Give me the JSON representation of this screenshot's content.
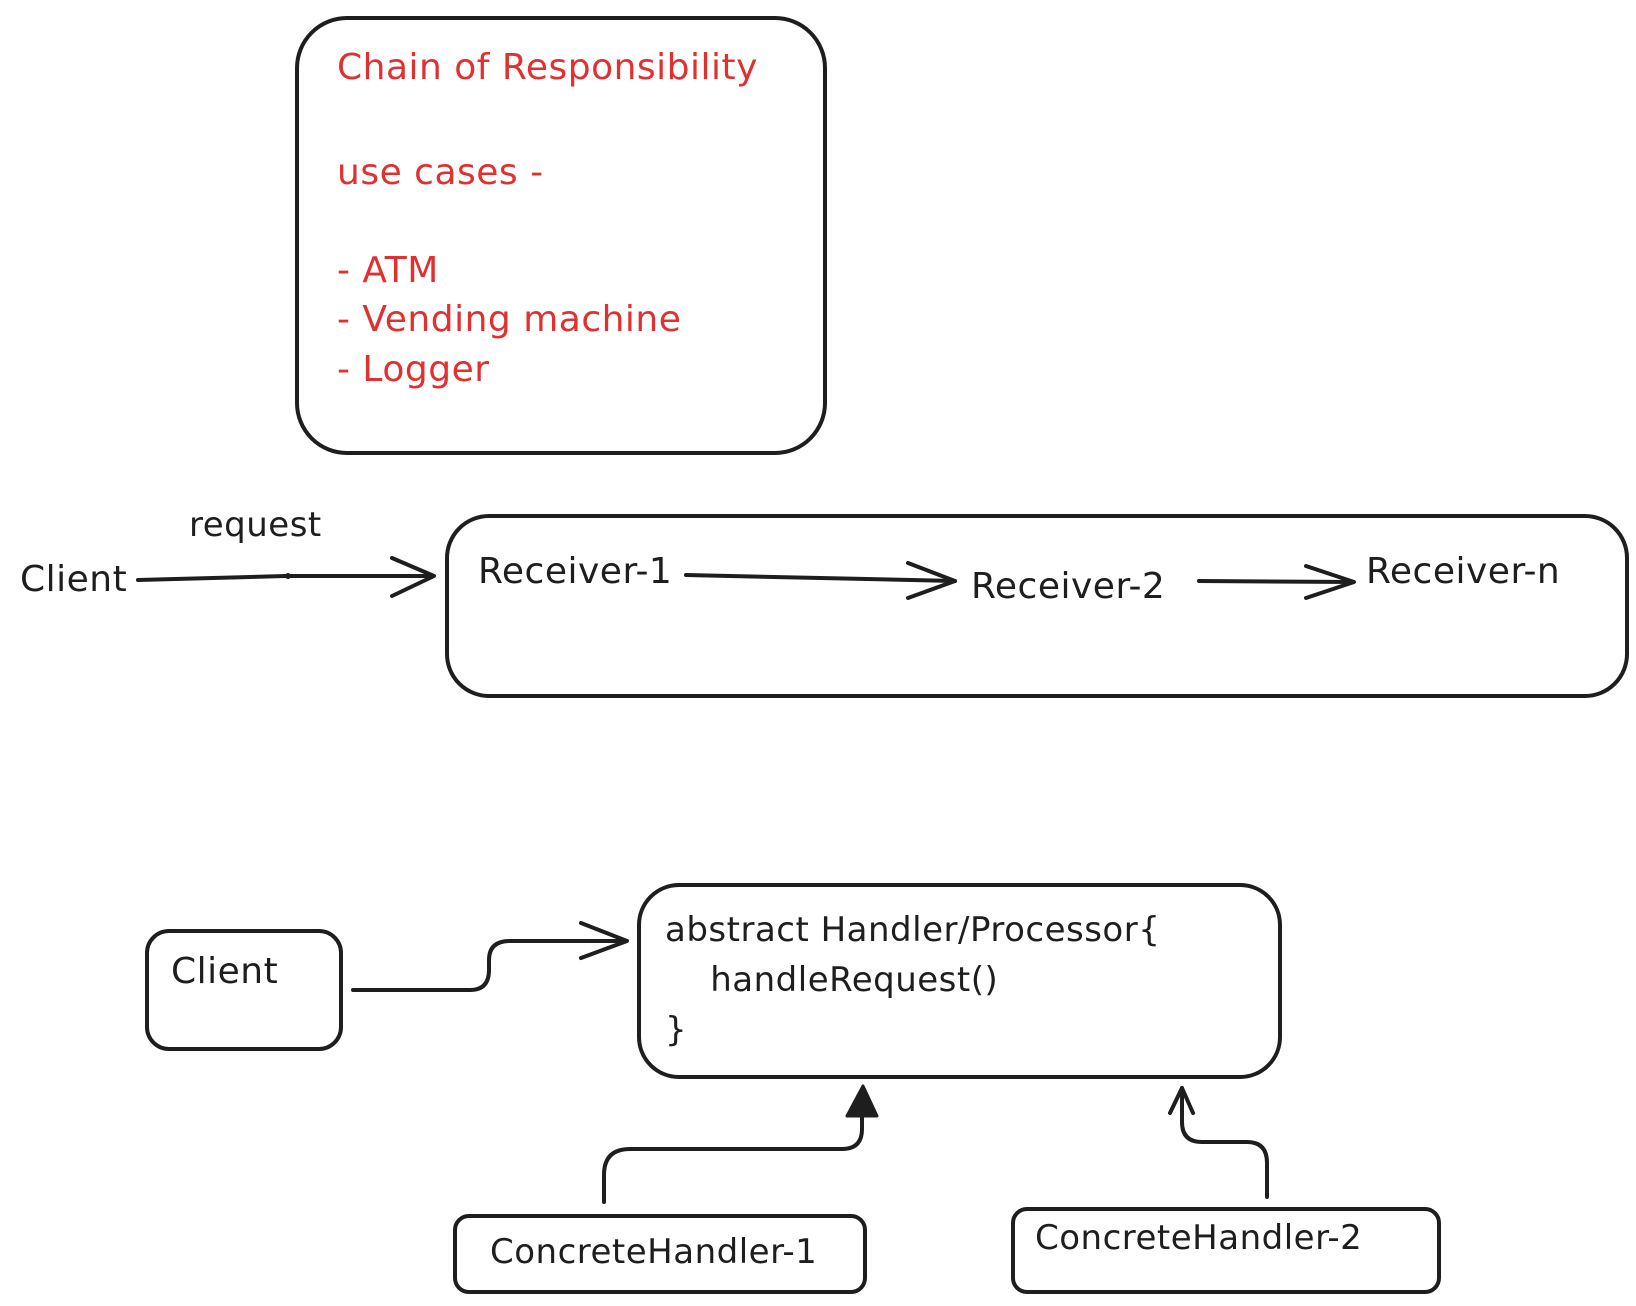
{
  "colors": {
    "ink": "#1e1e1e",
    "accent_red": "#e03131",
    "background": "#ffffff"
  },
  "notes_box": {
    "title": "Chain of Responsibility",
    "subtitle": "use cases -",
    "items": [
      "- ATM",
      "- Vending machine",
      "- Logger"
    ]
  },
  "chain_flow": {
    "client_label": "Client",
    "request_label": "request",
    "receivers": [
      "Receiver-1",
      "Receiver-2",
      "Receiver-n"
    ]
  },
  "class_diagram": {
    "client_label": "Client",
    "handler_lines": [
      "abstract Handler/Processor{",
      "    handleRequest()",
      "}"
    ],
    "concrete_handlers": [
      "ConcreteHandler-1",
      "ConcreteHandler-2"
    ]
  }
}
